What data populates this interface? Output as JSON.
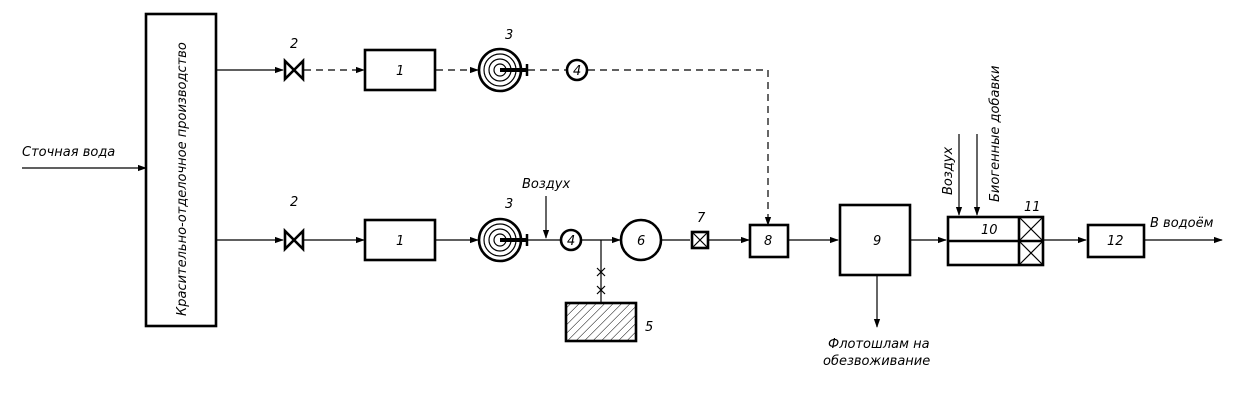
{
  "labels": {
    "source": "Сточная вода",
    "production": "Красительно-отделочное производство",
    "air_1": "Воздух",
    "air_2": "Воздух",
    "nutrients": "Биогенные добавки",
    "outlet": "В водоём",
    "sludge_line1": "Флотошлам на",
    "sludge_line2": "обезвоживание"
  },
  "numbers": {
    "n1_top": "1",
    "n1_bot": "1",
    "n2_top": "2",
    "n2_bot": "2",
    "n3_top": "3",
    "n3_bot": "3",
    "n4_top": "4",
    "n4_bot": "4",
    "n5": "5",
    "n6": "6",
    "n7": "7",
    "n8": "8",
    "n9": "9",
    "n10": "10",
    "n11": "11",
    "n12": "12"
  }
}
